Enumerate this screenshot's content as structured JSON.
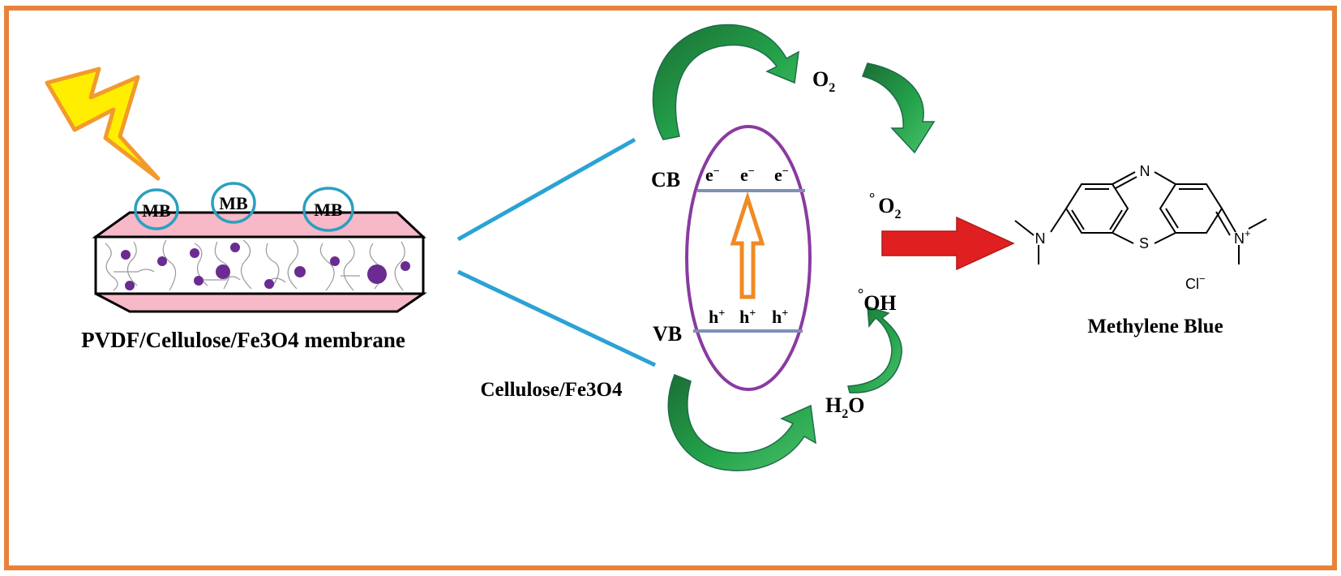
{
  "membrane": {
    "badge": "MB",
    "caption": "PVDF/Cellulose/Fe3O4 membrane"
  },
  "photocatalyst": {
    "caption": "Cellulose/Fe3O4",
    "cb_label": "CB",
    "vb_label": "VB",
    "electron": "e",
    "electron_charge": "−",
    "hole": "h",
    "hole_charge": "+"
  },
  "species": {
    "o2": "O",
    "o2_sub": "2",
    "o2_radical": "O",
    "o2_radical_sub": "2",
    "radical_mark": "°",
    "oh_radical": "OH",
    "water_h": "H",
    "water_sub": "2",
    "water_o": "O"
  },
  "dye": {
    "name": "Methylene Blue",
    "n_top": "N",
    "s": "S",
    "n_left": "N",
    "n_right": "N",
    "n_right_charge": "+",
    "counter_ion": "Cl",
    "counter_ion_charge": "−"
  },
  "colors": {
    "frame": "#e8823a",
    "lightning_fill": "#ffee00",
    "lightning_stroke": "#f29a2e",
    "membrane_band": "#f7b8c8",
    "mb_circle": "#2aa0c0",
    "particle": "#6a2c91",
    "connector": "#2aa3d4",
    "ellipse": "#8a3aa0",
    "band_line": "#7e8fb8",
    "up_arrow": "#f08a24",
    "green_arrow": "#1f8f3f",
    "red_arrow": "#e02020"
  }
}
